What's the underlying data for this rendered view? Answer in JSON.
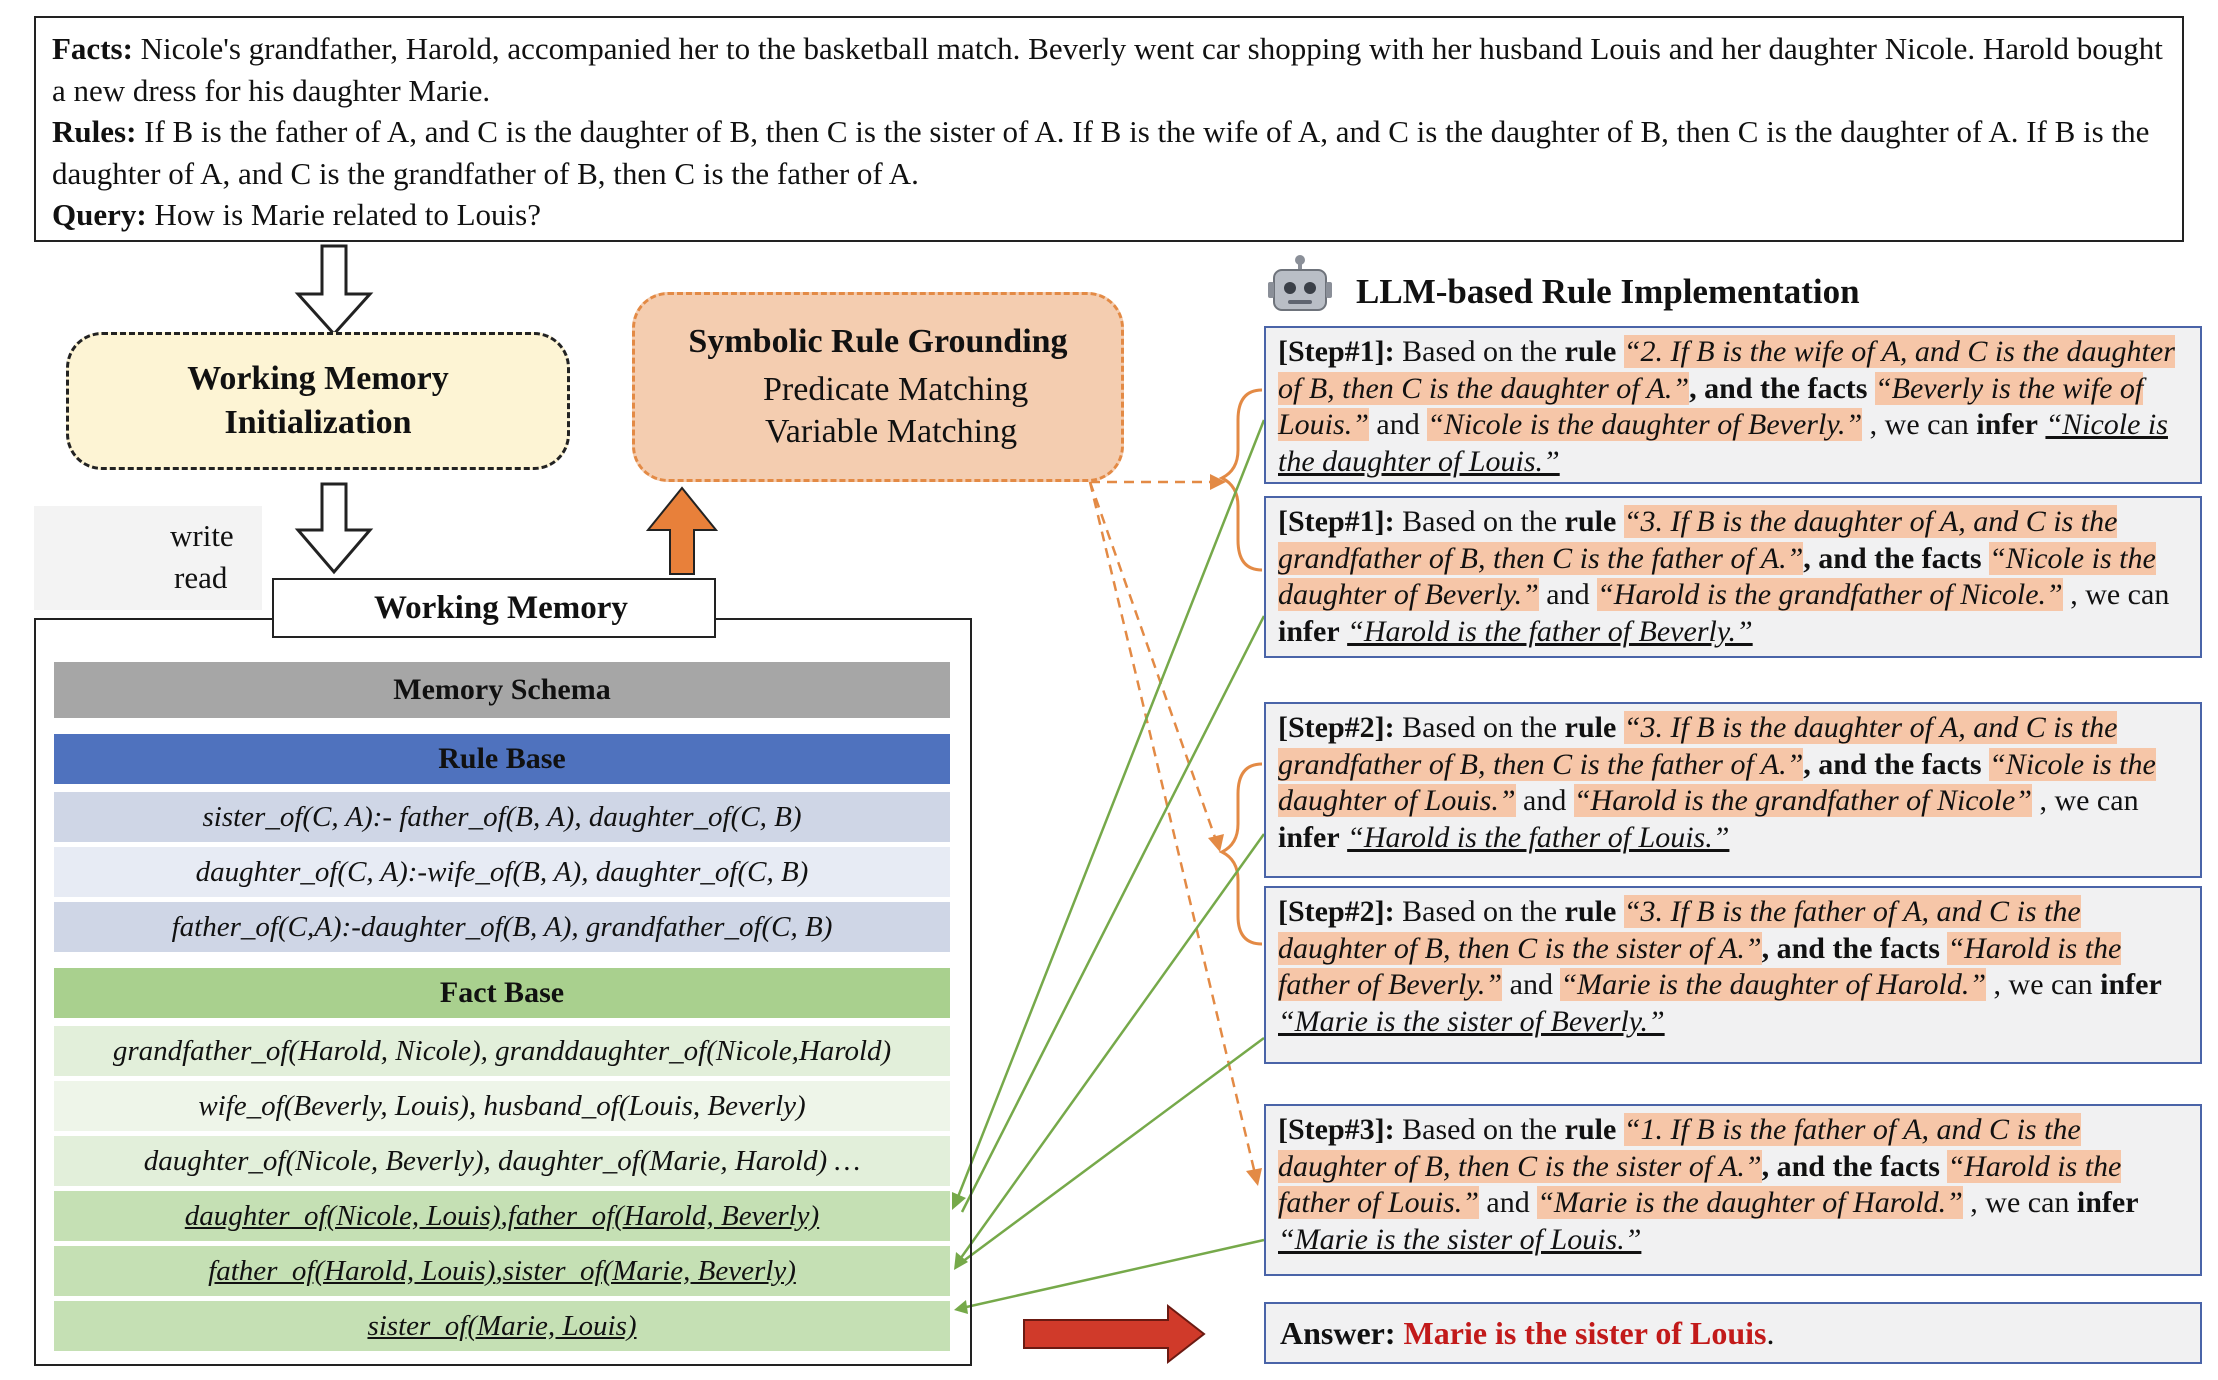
{
  "top": {
    "facts_label": "Facts:",
    "facts_text": "Nicole's grandfather, Harold, accompanied her to the basketball match. Beverly went car shopping with her husband Louis and her daughter Nicole. Harold bought a new dress for his daughter Marie.",
    "rules_label": "Rules:",
    "rules_text": "If B is the father of A, and C is the daughter of B, then C is the sister of A. If B is the wife of A, and C is the daughter of B, then C is the daughter of A. If B is the daughter of A, and C is the grandfather of B, then C is the father of A.",
    "query_label": "Query:",
    "query_text": "How is Marie related to Louis?"
  },
  "wmi": {
    "line1": "Working Memory",
    "line2": "Initialization"
  },
  "srg": {
    "title": "Symbolic Rule Grounding",
    "line1": "Predicate Matching",
    "line2": "Variable Matching"
  },
  "legend": {
    "write": "write",
    "read": "read"
  },
  "working_memory": {
    "label": "Working Memory",
    "schema": "Memory Schema",
    "rule_base": "Rule Base",
    "rules": [
      "sister_of(C, A):- father_of(B, A), daughter_of(C, B)",
      "daughter_of(C, A):-wife_of(B, A), daughter_of(C, B)",
      "father_of(C,A):-daughter_of(B, A), grandfather_of(C, B)"
    ],
    "fact_base": "Fact Base",
    "facts": [
      "grandfather_of(Harold, Nicole), granddaughter_of(Nicole,Harold)",
      "wife_of(Beverly, Louis), husband_of(Louis, Beverly)",
      "daughter_of(Nicole, Beverly), daughter_of(Marie, Harold) …"
    ],
    "derived": [
      [
        "daughter_of(Nicole, Louis)",
        ", ",
        "father_of(Harold, Beverly)"
      ],
      [
        "father_of(Harold, Louis)",
        ", ",
        "sister_of(Marie, Beverly)"
      ],
      [
        "sister_of(Marie, Louis)"
      ]
    ]
  },
  "llm_title": "LLM-based Rule Implementation",
  "steps": [
    {
      "tag": "[Step#1]:",
      "t1": " Based on the ",
      "rule_w": "rule",
      "rule": "“2. If B is the wife of A, and C is the daughter of B, then C is the daughter of A.”",
      "t2": ", and the ",
      "facts_w": "facts",
      "f1": "“Beverly is the wife of Louis.”",
      "and": " and ",
      "f2": "“Nicole is the daughter of Beverly.”",
      "t3": " , we can ",
      "infer_w": "infer",
      "conc": "“Nicole is the daughter of Louis.”"
    },
    {
      "tag": "[Step#1]:",
      "t1": " Based on the ",
      "rule_w": "rule",
      "rule": "“3. If B is the daughter of A, and C is the grandfather of B, then C is the father of A.”",
      "t2": ", and the ",
      "facts_w": "facts",
      "f1": "“Nicole is the daughter of Beverly.”",
      "and": " and ",
      "f2": "“Harold is the grandfather of Nicole.”",
      "t3": " , we can ",
      "infer_w": "infer",
      "conc": "“Harold is the father of Beverly.”"
    },
    {
      "tag": "[Step#2]:",
      "t1": " Based on the ",
      "rule_w": "rule",
      "rule": "“3. If B is the daughter of A, and C is the grandfather of B, then C is the father of A.”",
      "t2": ", and the ",
      "facts_w": "facts",
      "f1": "“Nicole is the daughter of Louis.”",
      "and": " and ",
      "f2": "“Harold is the grandfather of Nicole”",
      "t3": " , we can ",
      "infer_w": "infer",
      "conc": "“Harold is the father of Louis.”"
    },
    {
      "tag": "[Step#2]:",
      "t1": " Based on the ",
      "rule_w": "rule",
      "rule": "“3. If B is the father of A, and C is the daughter of B, then C is the sister of A.”",
      "t2": ", and the ",
      "facts_w": "facts",
      "f1": "“Harold is the father of Beverly.”",
      "and": " and ",
      "f2": "“Marie is the daughter of Harold.”",
      "t3": " , we can ",
      "infer_w": "infer",
      "conc": "“Marie is the sister of Beverly.”"
    },
    {
      "tag": "[Step#3]:",
      "t1": " Based on the ",
      "rule_w": "rule",
      "rule": "“1. If B is the father of A, and C is the daughter of B, then C is the sister of A.”",
      "t2": ", and the ",
      "facts_w": "facts",
      "f1": "“Harold is the father of Louis.”",
      "and": " and ",
      "f2": "“Marie is the daughter of Harold.”",
      "t3": " , we can ",
      "infer_w": "infer",
      "conc": "“Marie is the sister of Louis.”"
    }
  ],
  "answer": {
    "label": "Answer:",
    "text": "Marie is the sister of Louis",
    "period": "."
  },
  "colors": {
    "write_arrow": "#76a94a",
    "read_arrow": "#e38a45",
    "answer_arrow": "#d03a2a",
    "rule_base": "#4f72be",
    "fact_base": "#a9d08e",
    "schema": "#a6a6a6",
    "highlight": "#f6c6a8"
  }
}
